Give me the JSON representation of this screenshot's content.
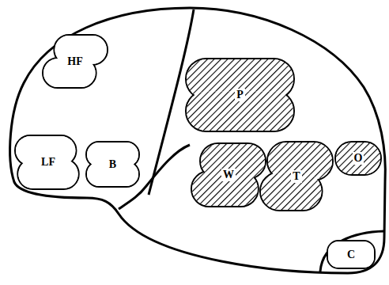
{
  "diagram": {
    "nodes": [
      {
        "text": [
          "HF"
        ]
      },
      {
        "text": [
          "P"
        ]
      },
      {
        "text": [
          "LF"
        ]
      },
      {
        "text": [
          "B"
        ]
      },
      {
        "text": [
          "W"
        ]
      },
      {
        "text": [
          "T"
        ]
      },
      {
        "text": [
          "O"
        ]
      },
      {
        "text": [
          "C"
        ]
      }
    ]
  }
}
